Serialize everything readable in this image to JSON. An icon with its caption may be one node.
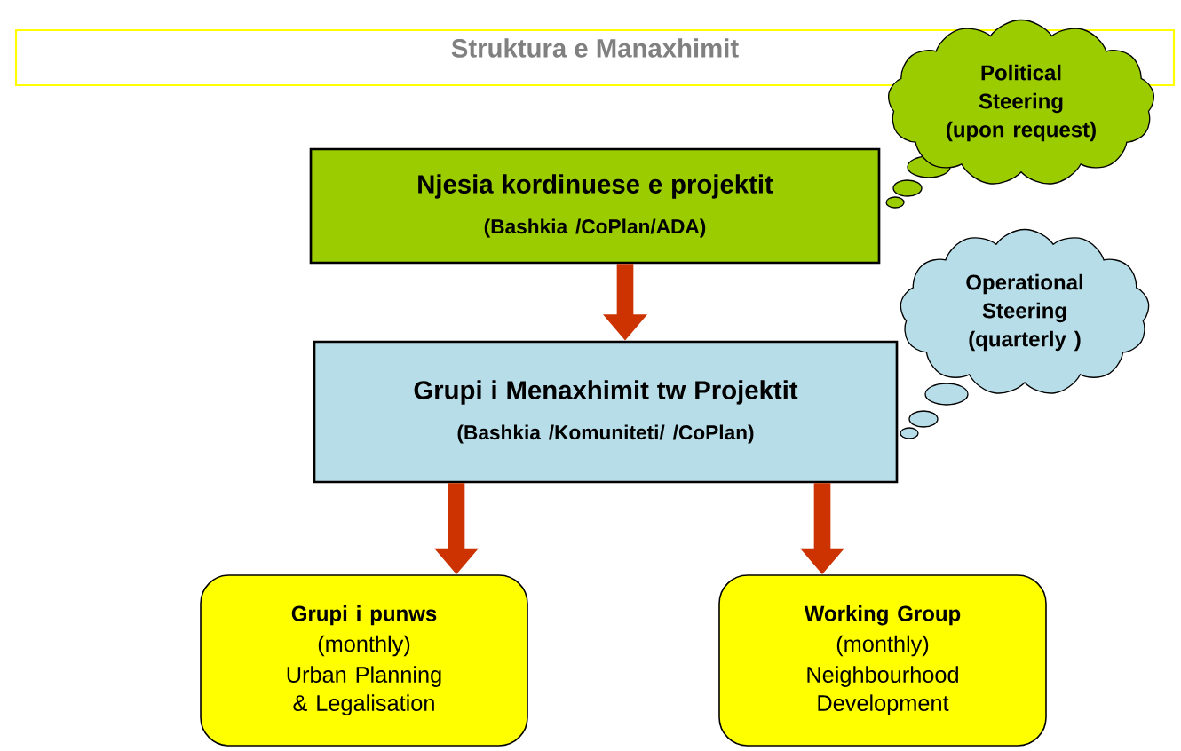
{
  "diagram": {
    "title": "Struktura e Manaxhimit",
    "nodes": [
      {
        "text": [
          "Njesia kordinuese e projektit",
          "(Bashkia /CoPlan/ADA)"
        ]
      },
      {
        "text": [
          "Grupi i Menaxhimit tw Projektit",
          "(Bashkia /Komuniteti/ /CoPlan)"
        ]
      },
      {
        "text": [
          "Grupi i punws",
          "(monthly)",
          "Urban Planning & Legalisation"
        ]
      },
      {
        "text": [
          "Working Group",
          "(monthly)",
          "Neighbourhood Development"
        ]
      },
      {
        "text": [
          "Political Steering (upon request)"
        ]
      },
      {
        "text": [
          "Operational Steering (quarterly )"
        ]
      }
    ],
    "edges": [
      {
        "from": 0,
        "to": 1,
        "arrow": "to"
      },
      {
        "from": 1,
        "to": 2,
        "arrow": "to"
      },
      {
        "from": 1,
        "to": 3,
        "arrow": "to"
      }
    ]
  }
}
